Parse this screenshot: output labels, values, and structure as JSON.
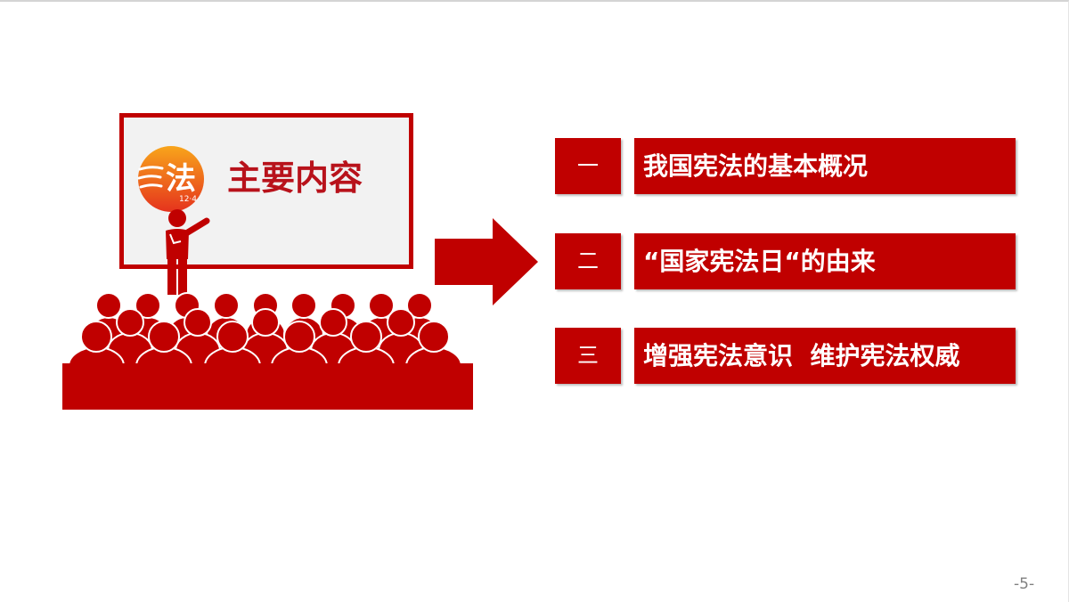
{
  "slide": {
    "board": {
      "title": "主要内容",
      "logo": {
        "icon": "law-day-logo-icon",
        "character": "法",
        "date": "12·4"
      }
    },
    "illustration": {
      "presenter_icon": "presenter-icon",
      "audience_icon": "audience-icon",
      "arrow_icon": "arrow-right-icon"
    },
    "agenda": [
      {
        "number": "一",
        "label": "我国宪法的基本概况"
      },
      {
        "number": "二",
        "label": "“国家宪法日“的由来"
      },
      {
        "number": "三",
        "label": "增强宪法意识  维护宪法权威"
      }
    ],
    "page_number": "-5-"
  },
  "colors": {
    "accent": "#c00000",
    "board_title": "#b8121b",
    "board_fill": "#f2f2f2",
    "logo_top": "#f8a51b",
    "logo_bottom": "#e5331d",
    "page_number": "#808080"
  }
}
